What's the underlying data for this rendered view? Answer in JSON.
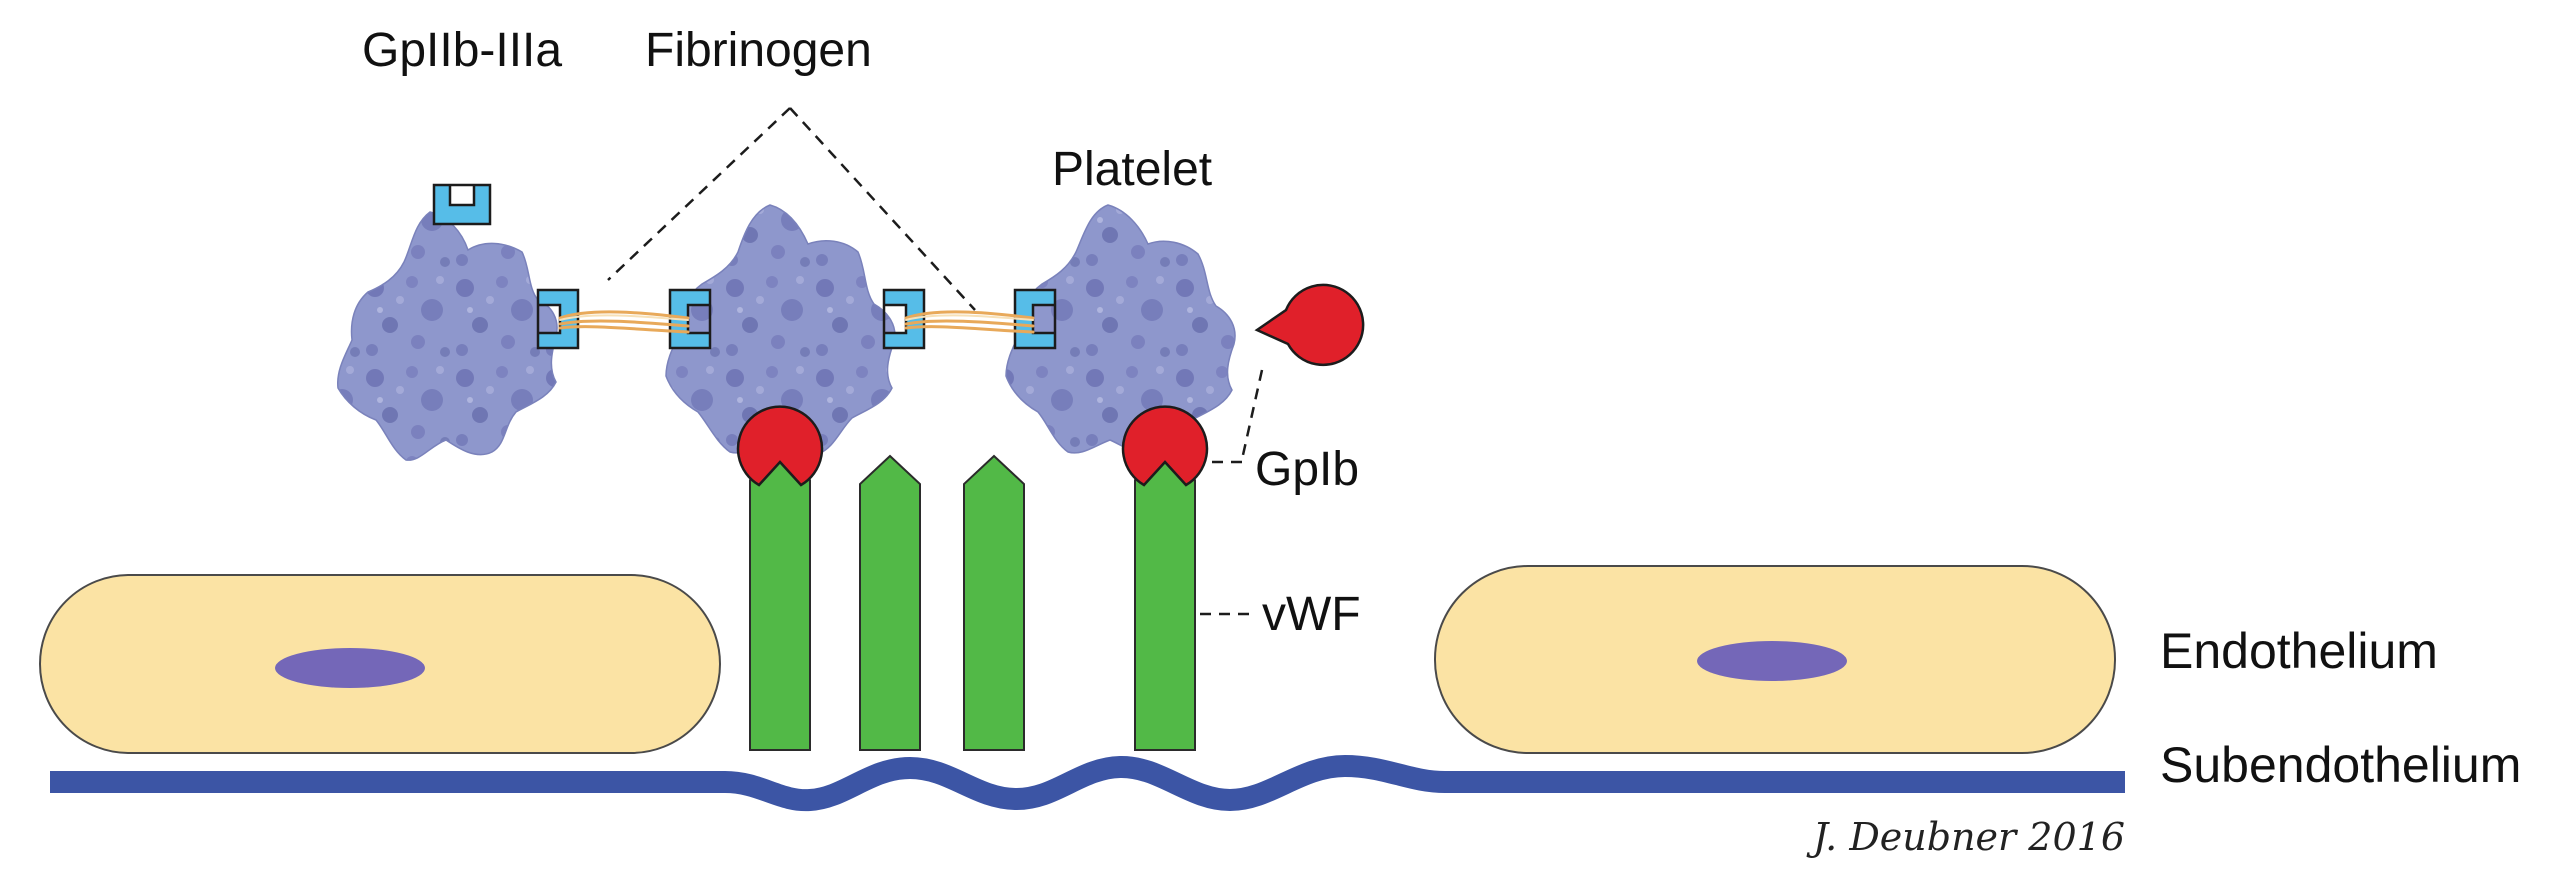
{
  "labels": {
    "gp2b3a": "GpIIb-IIIa",
    "fibrinogen": "Fibrinogen",
    "platelet": "Platelet",
    "gp1b": "GpIb",
    "vwf": "vWF",
    "endothelium": "Endothelium",
    "subendothelium": "Subendothelium"
  },
  "credit": "J. Deubner 2016",
  "colors": {
    "platelet": "#8e97cc",
    "platelet_spot": "#5a5fa6",
    "gp2b3a_receptor": "#56bde8",
    "fibrinogen_strand": "#e8a95a",
    "gp1b_receptor": "#e0202a",
    "vwf": "#52b947",
    "endothelial_cell": "#fbe3a4",
    "nucleus": "#7467b8",
    "subendothelium": "#3c55a5"
  }
}
